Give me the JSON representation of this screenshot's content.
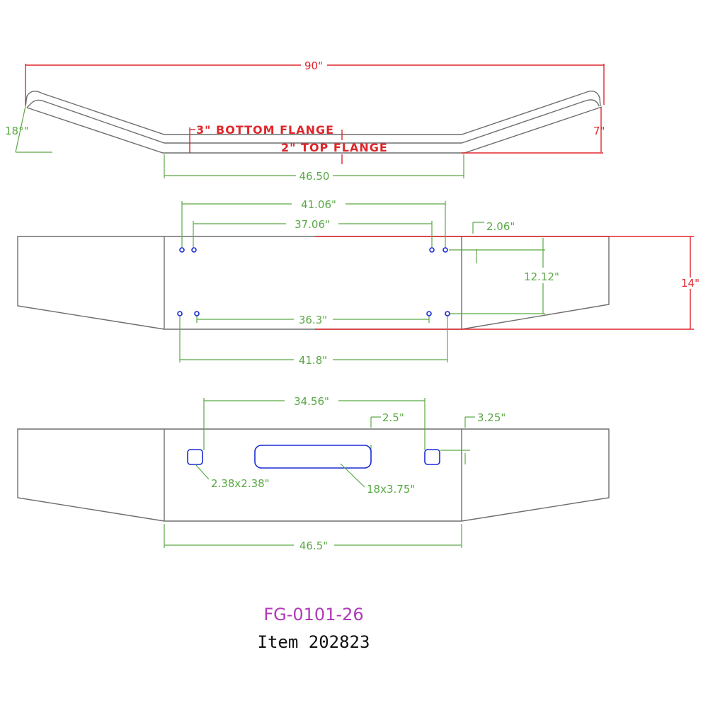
{
  "colors": {
    "outline": "#6e6e6e",
    "dimension_green": "#5aa845",
    "dimension_red": "#e0262b",
    "hole_blue": "#1a2bd6",
    "part_number": "#b03ab8",
    "item_text": "#111111"
  },
  "top_view": {
    "overall_width": "90\"",
    "angle": "18°\"",
    "height": "7\"",
    "bottom_flange": "3\" BOTTOM FLANGE",
    "top_flange": "2\" TOP FLANGE",
    "center_width": "46.50"
  },
  "front_view": {
    "upper_outer_spacing": "41.06\"",
    "upper_inner_spacing": "37.06\"",
    "edge_offset": "2.06\"",
    "vertical_hole_spacing": "12.12\"",
    "overall_height": "14\"",
    "lower_inner_spacing": "36.3\"",
    "lower_outer_spacing": "41.8\""
  },
  "cutout_view": {
    "square_spacing": "34.56\"",
    "slot_offset": "2.5\"",
    "edge_offset": "3.25\"",
    "square_size": "2.38x2.38\"",
    "slot_size": "18x3.75\"",
    "center_width": "46.5\""
  },
  "footer": {
    "part_number": "FG-0101-26",
    "item": "Item 202823"
  }
}
